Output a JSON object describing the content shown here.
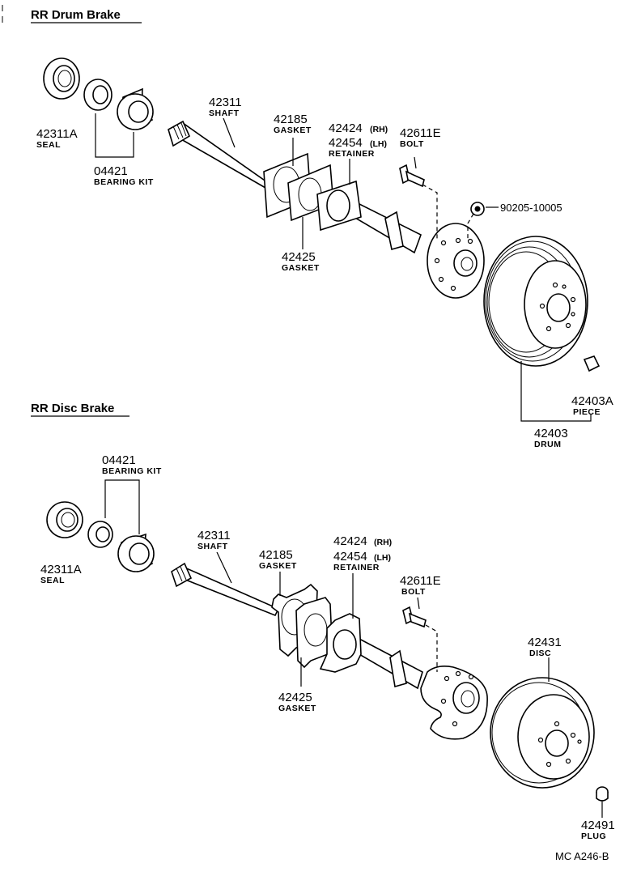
{
  "sections": {
    "drum": {
      "title": "RR  Drum Brake",
      "labels": {
        "seal_pn": "42311A",
        "seal_nm": "SEAL",
        "kit_pn": "04421",
        "kit_nm": "BEARING KIT",
        "shaft_pn": "42311",
        "shaft_nm": "SHAFT",
        "gasket_a_pn": "42185",
        "gasket_a_nm": "GASKET",
        "retainer_rh_pn": "42424",
        "retainer_rh_side": "(RH)",
        "retainer_lh_pn": "42454",
        "retainer_lh_side": "(LH)",
        "retainer_nm": "RETAINER",
        "bolt_pn": "42611E",
        "bolt_nm": "BOLT",
        "nut_pn": "90205-10005",
        "gasket_b_pn": "42425",
        "gasket_b_nm": "GASKET",
        "piece_pn": "42403A",
        "piece_nm": "PIECE",
        "drum_pn": "42403",
        "drum_nm": "DRUM"
      }
    },
    "disc": {
      "title": "RR  Disc Brake",
      "labels": {
        "kit_pn": "04421",
        "kit_nm": "BEARING KIT",
        "seal_pn": "42311A",
        "seal_nm": "SEAL",
        "shaft_pn": "42311",
        "shaft_nm": "SHAFT",
        "gasket_a_pn": "42185",
        "gasket_a_nm": "GASKET",
        "retainer_rh_pn": "42424",
        "retainer_rh_side": "(RH)",
        "retainer_lh_pn": "42454",
        "retainer_lh_side": "(LH)",
        "retainer_nm": "RETAINER",
        "bolt_pn": "42611E",
        "bolt_nm": "BOLT",
        "disc_pn": "42431",
        "disc_nm": "DISC",
        "gasket_b_pn": "42425",
        "gasket_b_nm": "GASKET",
        "plug_pn": "42491",
        "plug_nm": "PLUG"
      }
    }
  },
  "footer": {
    "code": "MC  A246-B"
  }
}
